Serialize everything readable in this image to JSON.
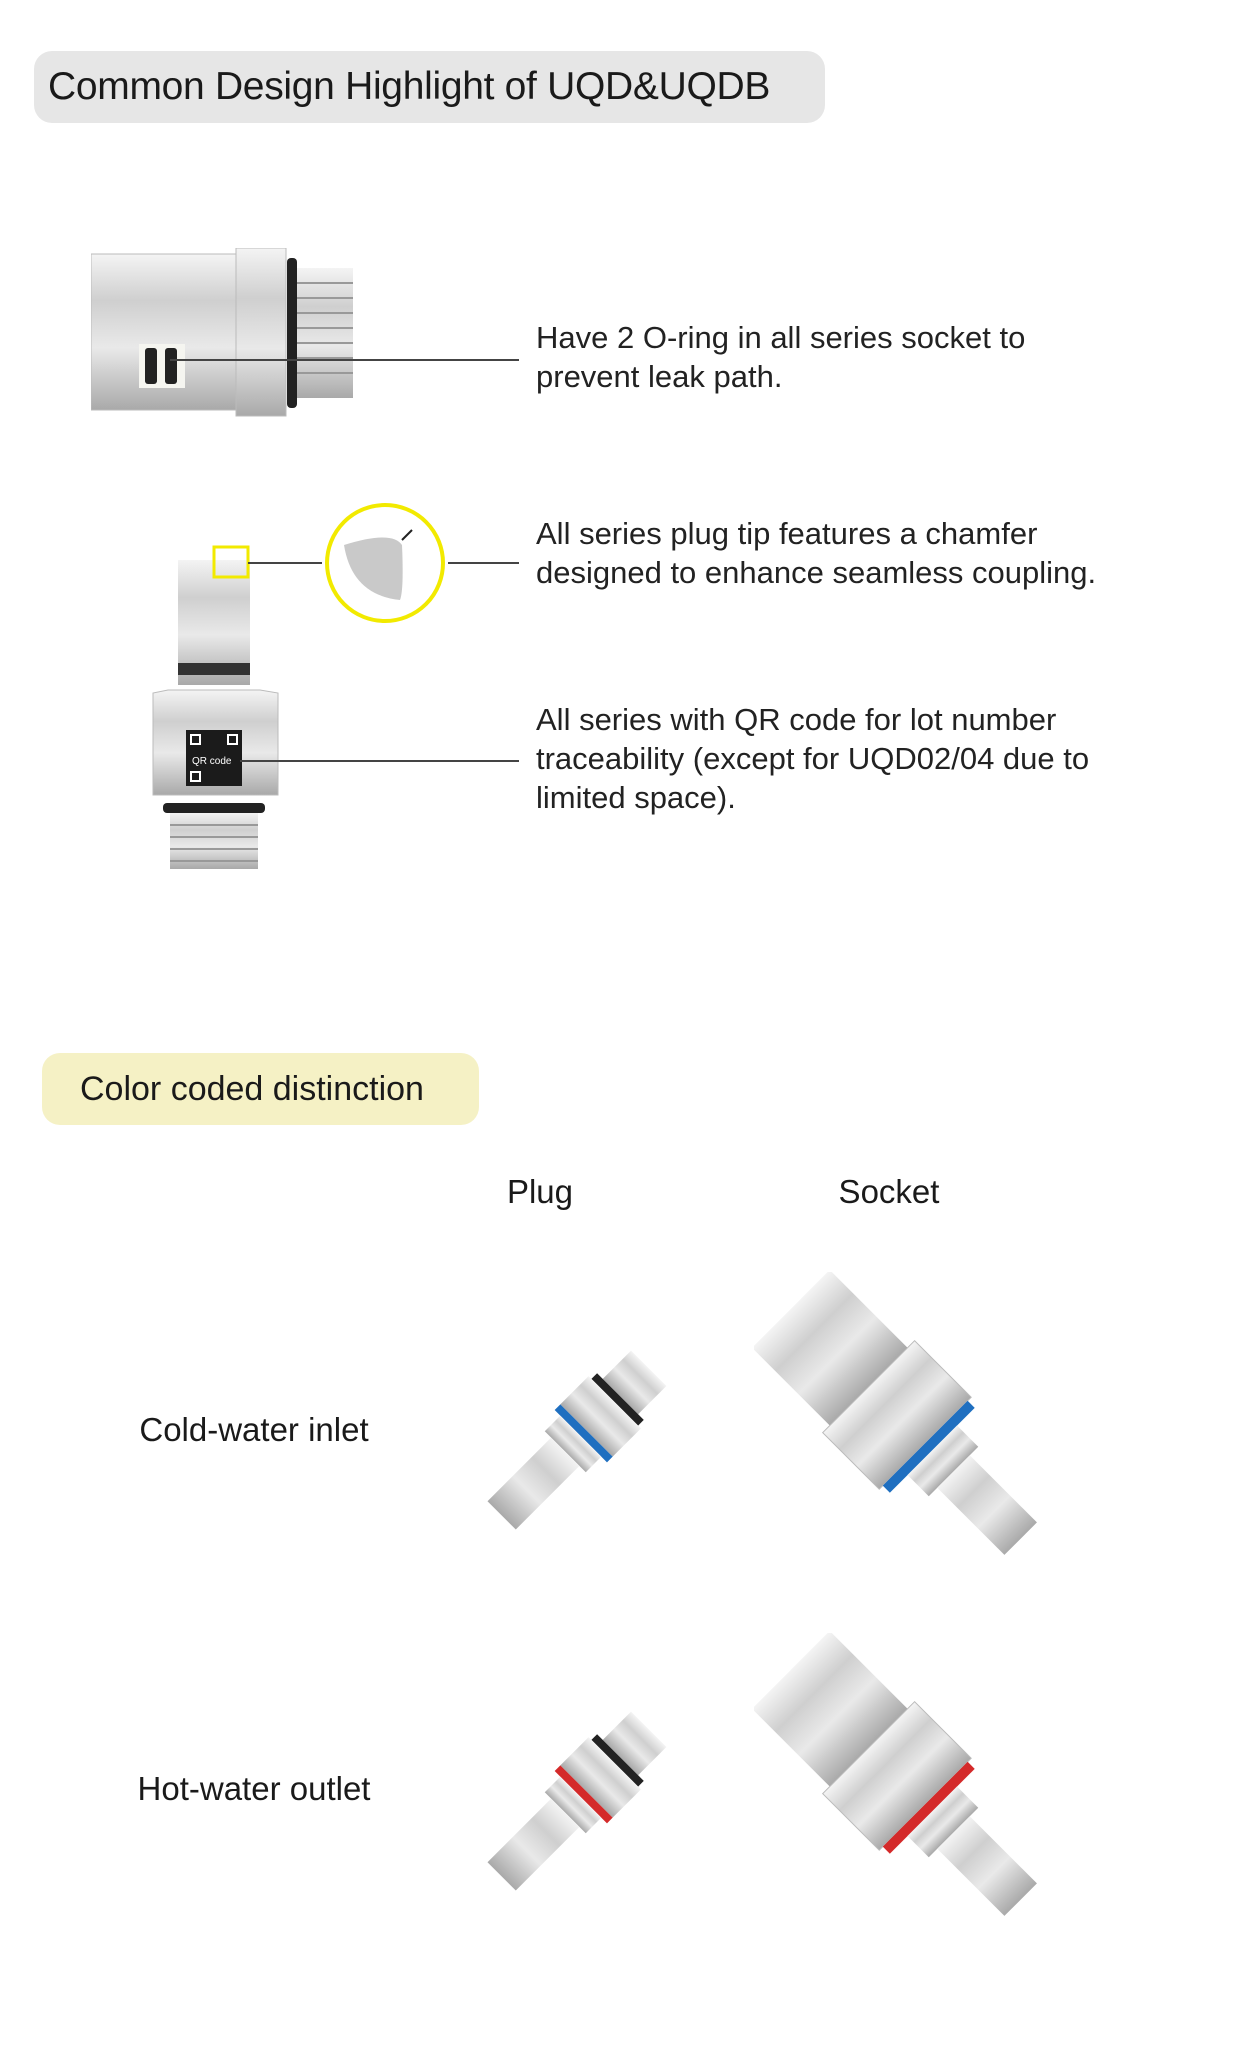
{
  "header": {
    "title": "Common Design Highlight of UQD&UQDB"
  },
  "highlights": [
    {
      "lines": [
        "Have 2 O-ring in all series socket to",
        "prevent leak path."
      ]
    },
    {
      "lines": [
        "All series plug tip features a chamfer",
        "designed to enhance seamless coupling."
      ]
    },
    {
      "lines": [
        "All series with QR code for lot number",
        "traceability (except for UQD02/04 due to",
        "limited space)."
      ]
    }
  ],
  "qr_label": "QR code",
  "color_section": {
    "title": "Color coded distinction",
    "columns": [
      "Plug",
      "Socket"
    ],
    "rows": [
      {
        "label": "Cold-water inlet",
        "color": "#1f6fc0"
      },
      {
        "label": "Hot-water outlet",
        "color": "#d42a2a"
      }
    ]
  },
  "colors": {
    "title_bg": "#e6e6e6",
    "section_bg": "#f5f1c5",
    "highlight": "#f2ea00"
  }
}
